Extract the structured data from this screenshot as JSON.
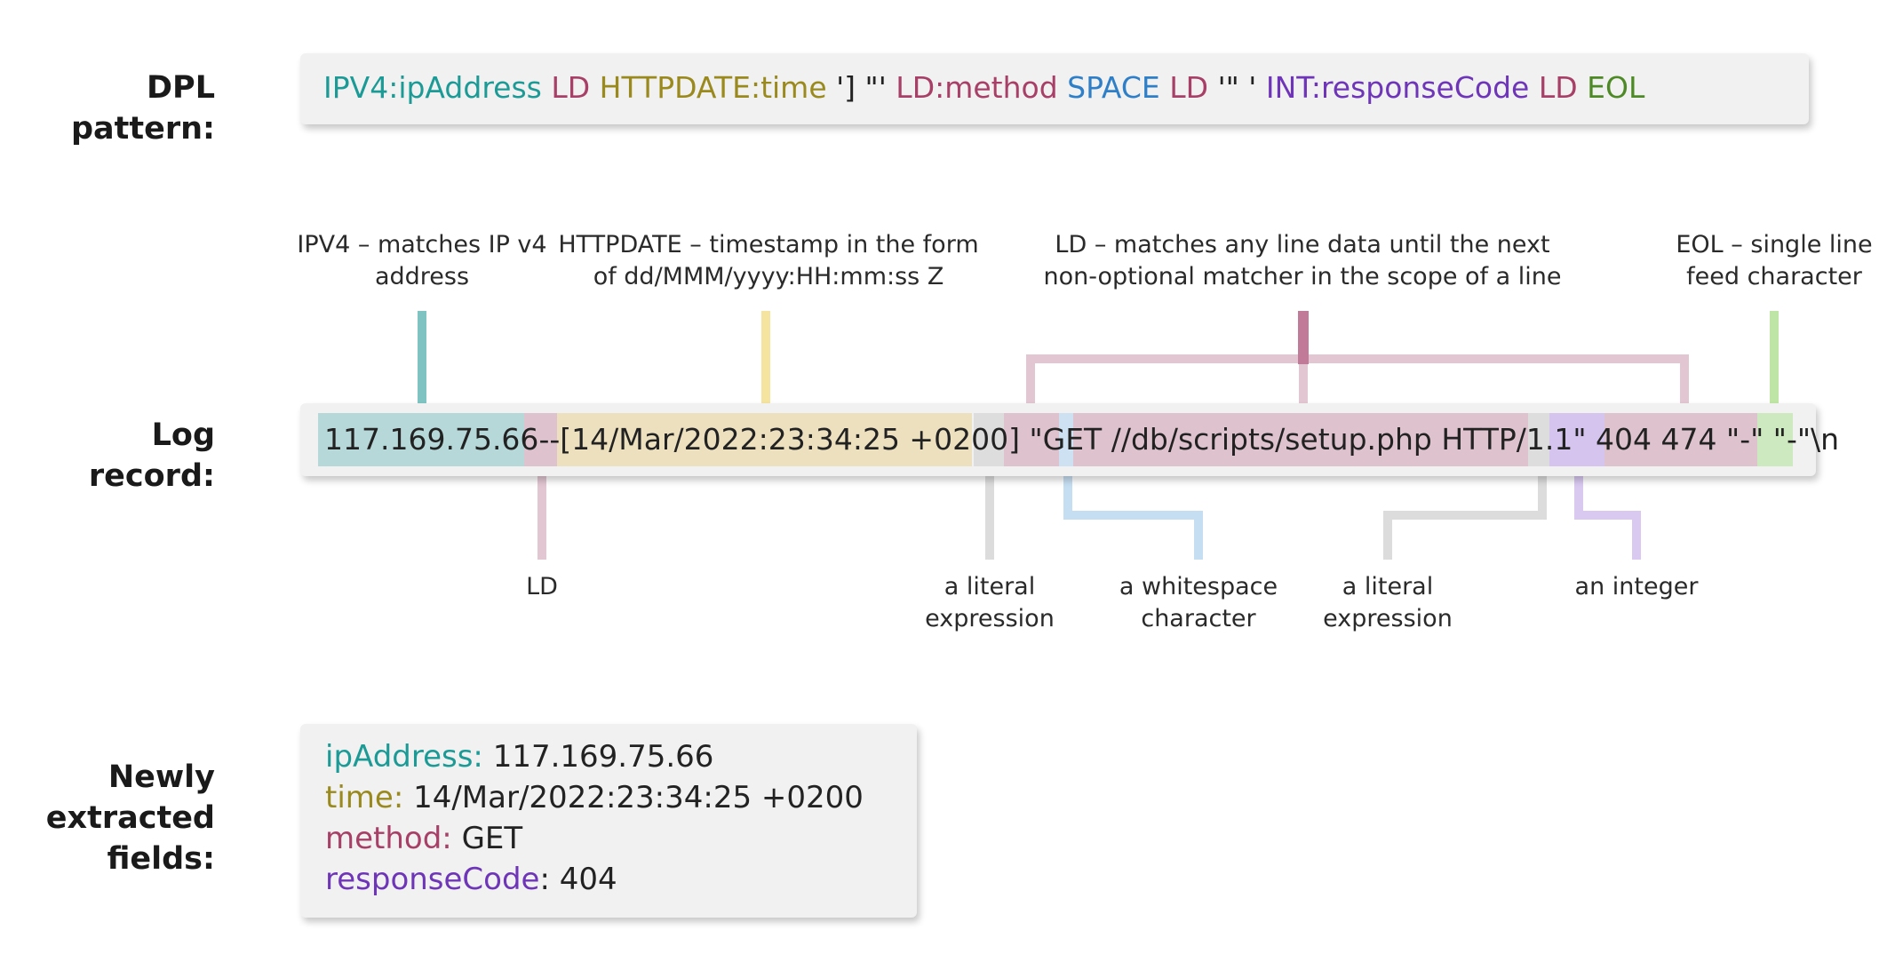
{
  "labels": {
    "dpl_pattern": "DPL pattern:",
    "log_record": "Log record:",
    "newly_extracted_1": "Newly",
    "newly_extracted_2": "extracted",
    "newly_extracted_3": "fields:"
  },
  "pattern_tokens": [
    {
      "text": "IPV4:ipAddress",
      "color": "#1b9a96"
    },
    {
      "text": " LD",
      "color": "#a73f66"
    },
    {
      "text": " HTTPDATE:time",
      "color": "#9a8a1e"
    },
    {
      "text": " '] \"'",
      "color": "#222222"
    },
    {
      "text": " LD:method",
      "color": "#a73f66"
    },
    {
      "text": " SPACE",
      "color": "#2f7fc8"
    },
    {
      "text": " LD",
      "color": "#a73f66"
    },
    {
      "text": " '\" '",
      "color": "#222222"
    },
    {
      "text": " INT:responseCode",
      "color": "#6e35b8"
    },
    {
      "text": " LD",
      "color": "#a73f66"
    },
    {
      "text": " EOL",
      "color": "#4d8a25"
    }
  ],
  "log_record": {
    "ip": "117.169.75.66",
    "dashes": "--[",
    "time": "14/Mar/2022:23:34:25 +0200",
    "literal1": "] \"",
    "method": "GET",
    "space": " ",
    "path": "//db/scripts/setup.php HTTP/1.1",
    "literal2": "\" ",
    "code": "404",
    "rest": " 474 \"-\" \"-\"",
    "eol": "\\n"
  },
  "annotations": {
    "ipv4": "IPV4 – matches IP v4\naddress",
    "httpdate": "HTTPDATE – timestamp in the form\nof dd/MMM/yyyy:HH:mm:ss Z",
    "ld_top": "LD – matches any line data until the next\nnon-optional matcher in the scope of a line",
    "eol": "EOL – single line\nfeed character",
    "ld_bottom": "LD",
    "literal1": "a literal\nexpression",
    "whitespace": "a whitespace\ncharacter",
    "literal2": "a literal\nexpression",
    "integer": "an integer"
  },
  "fields": [
    {
      "key": "ipAddress:",
      "value": " 117.169.75.66",
      "color": "#1b9a96"
    },
    {
      "key": "time:",
      "value": " 14/Mar/2022:23:34:25 +0200",
      "color": "#9a8a1e"
    },
    {
      "key": "method:",
      "value": " GET",
      "color": "#a73f66"
    },
    {
      "key": "responseCode",
      "value": ": 404",
      "color": "#6e35b8"
    }
  ],
  "colors": {
    "teal": "#1b9a96",
    "olive": "#9a8a1e",
    "rose": "#a73f66",
    "blue": "#2f7fc8",
    "purple": "#6e35b8",
    "green": "#4d8a25"
  }
}
